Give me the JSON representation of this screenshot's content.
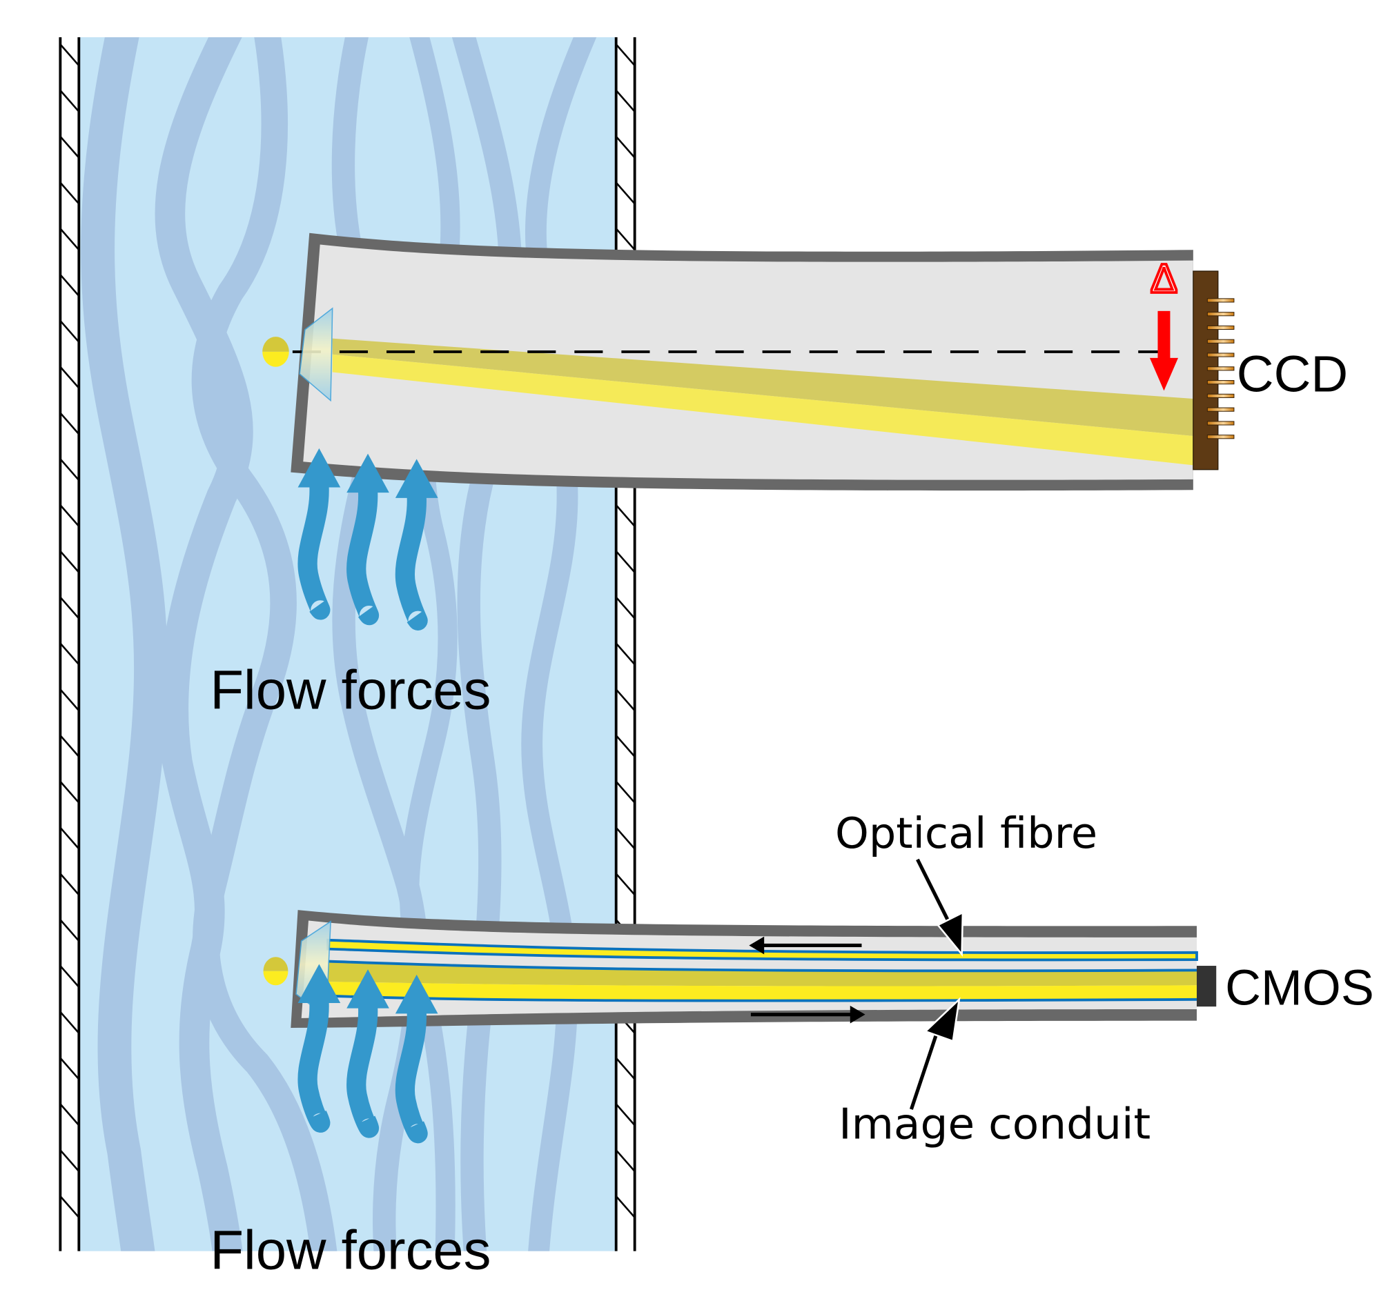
{
  "diagram": {
    "title": "Flow-induced deflection of probe: CCD vs optical fibre / image conduit with CMOS",
    "colors": {
      "fluid": "#c4e4f6",
      "streamline": "#a8c6e4",
      "flow_arrow": "#3498cc",
      "tube_wall": "#686868",
      "tube_interior": "#e5e5e5",
      "beam_light": "#f5ea58",
      "beam_dark": "#d4cb62",
      "fibre_yellow": "#fcec20",
      "fibre_core_dark": "#d6cc3e",
      "fibre_outline": "#0b72bc",
      "ccd_body": "#5e3a14",
      "ccd_pin": "#e89a2c",
      "cmos_body": "#333333",
      "displacement": "#ff0000"
    },
    "top_panel": {
      "sensor_label": "CCD",
      "displacement_symbol": "Δ",
      "flow_label": "Flow forces"
    },
    "bottom_panel": {
      "sensor_label": "CMOS",
      "callout_top": "Optical fibre",
      "callout_bottom": "Image conduit",
      "flow_label": "Flow forces"
    }
  }
}
